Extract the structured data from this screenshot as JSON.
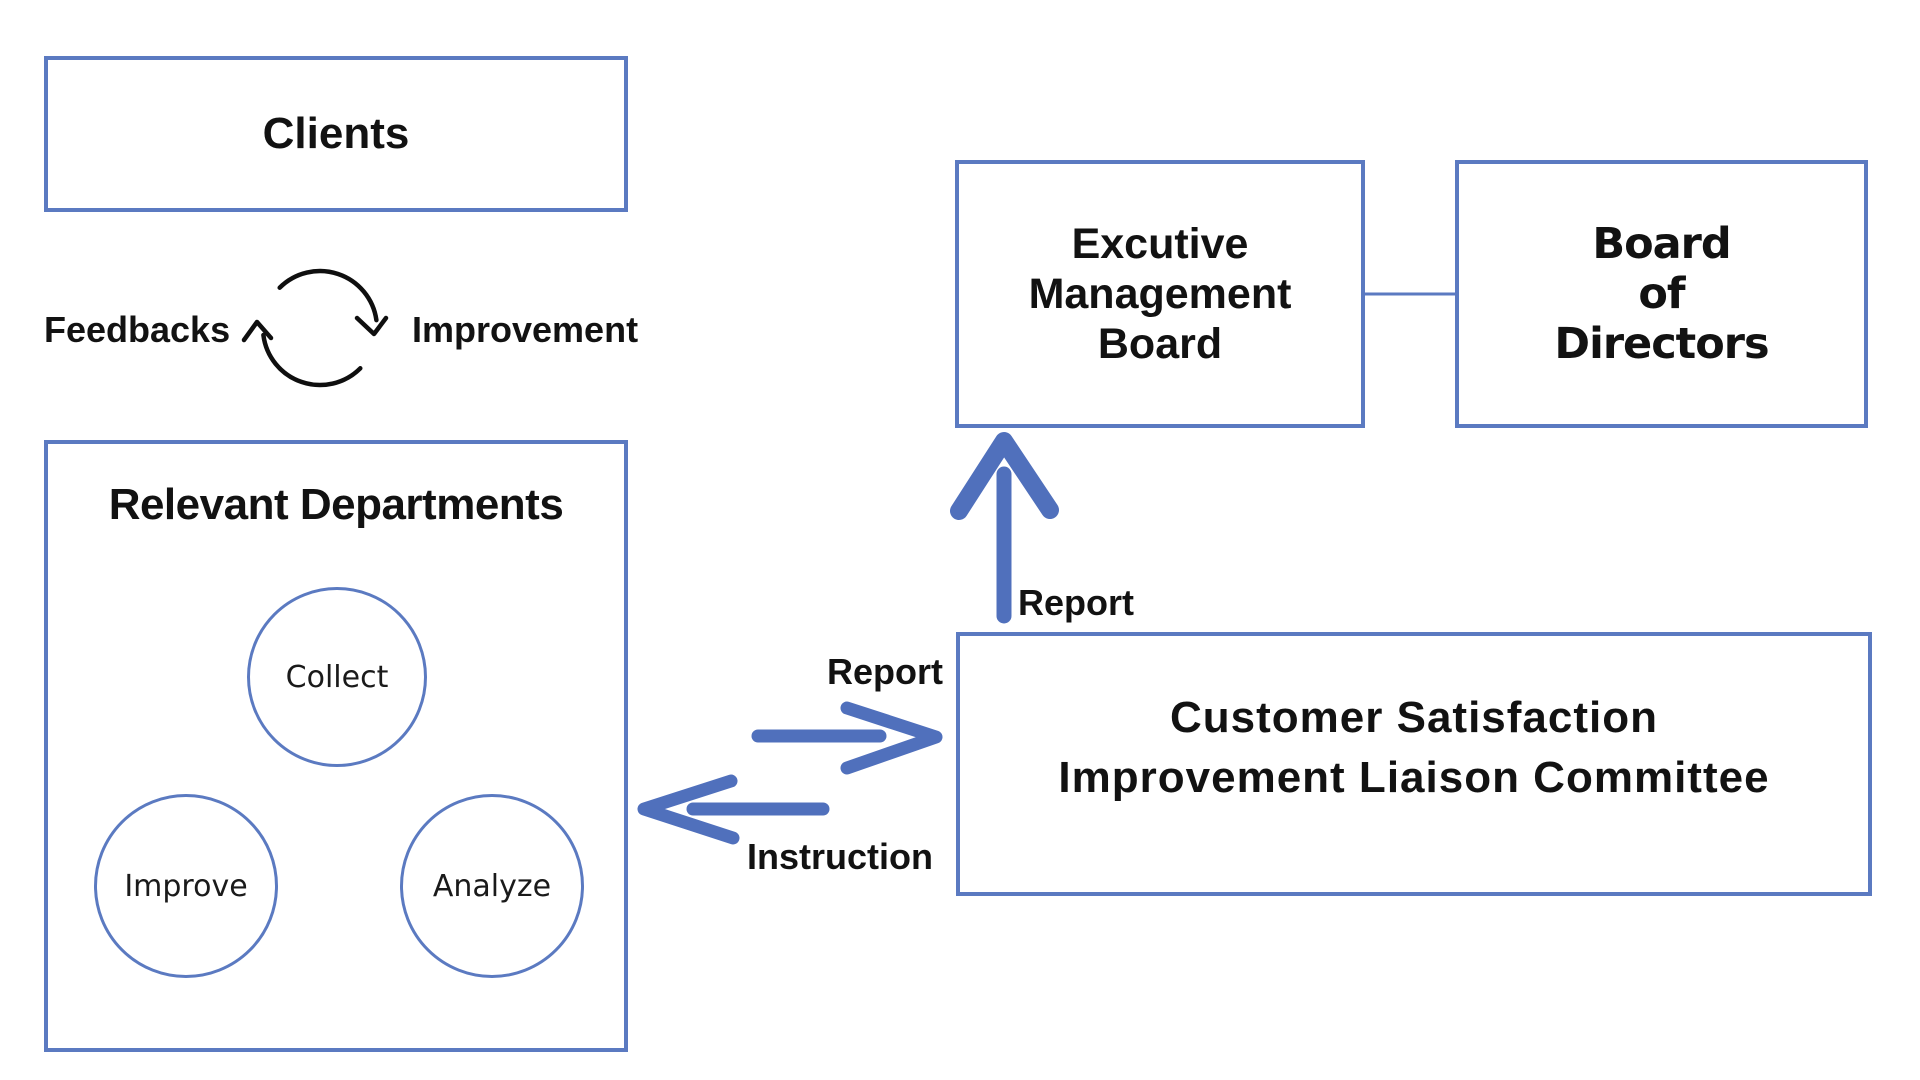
{
  "colors": {
    "accent_border": "#5b7ac1",
    "accent_arrow": "#5070bc",
    "cycle_icon": "#0f0f0f",
    "text": "#121212",
    "background": "#ffffff"
  },
  "boxes": {
    "clients": "Clients",
    "relevant_departments": "Relevant Departments",
    "executive_management_board": "Excutive\nManagement\nBoard",
    "board_of_directors": "Board\nof\nDirectors",
    "committee": "Customer Satisfaction\nImprovement Liaison Committee"
  },
  "circles": {
    "collect": "Collect",
    "improve": "Improve",
    "analyze": "Analyze"
  },
  "labels": {
    "feedbacks": "Feedbacks",
    "improvement": "Improvement",
    "report_to_board": "Report",
    "report_to_committee": "Report",
    "instruction": "Instruction"
  },
  "icons": {
    "cycle": "cycle-arrows-icon",
    "report_up": "report-up-arrow-icon",
    "report_right": "report-right-arrow-icon",
    "instruction_left": "instruction-left-arrow-icon",
    "collect_to_improve": "arrow-collect-to-improve-icon",
    "collect_to_analyze": "arrow-collect-to-analyze-icon",
    "analyze_to_improve": "arrow-analyze-to-improve-icon"
  }
}
